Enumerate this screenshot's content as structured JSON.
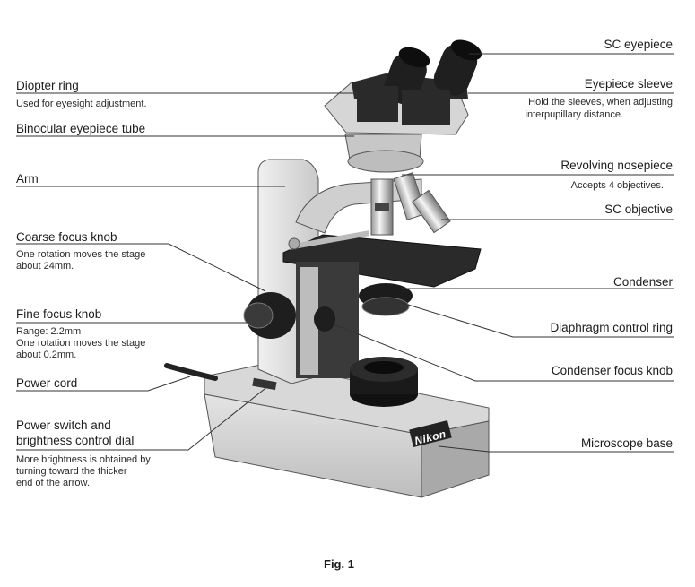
{
  "figure_caption": "Fig. 1",
  "brand_logo": "Nikon",
  "labels": {
    "sc_eyepiece": {
      "title": "SC eyepiece"
    },
    "diopter_ring": {
      "title": "Diopter ring",
      "desc": [
        "Used for eyesight adjustment."
      ]
    },
    "eyepiece_sleeve": {
      "title": "Eyepiece sleeve",
      "desc": [
        "Hold the sleeves, when adjusting",
        "interpupillary distance."
      ]
    },
    "binocular_tube": {
      "title": "Binocular eyepiece tube"
    },
    "revolving_nosepiece": {
      "title": "Revolving nosepiece",
      "desc": [
        "Accepts 4 objectives."
      ]
    },
    "arm": {
      "title": "Arm"
    },
    "sc_objective": {
      "title": "SC objective"
    },
    "coarse_focus": {
      "title": "Coarse focus knob",
      "desc": [
        "One rotation moves the stage",
        "about 24mm."
      ]
    },
    "condenser": {
      "title": "Condenser"
    },
    "fine_focus": {
      "title": "Fine focus knob",
      "desc": [
        "Range: 2.2mm",
        "One rotation moves the stage",
        "about 0.2mm."
      ]
    },
    "diaphragm_ring": {
      "title": "Diaphragm control ring"
    },
    "condenser_focus": {
      "title": "Condenser focus knob"
    },
    "power_cord": {
      "title": "Power cord"
    },
    "power_switch": {
      "title": [
        "Power switch and",
        "brightness control dial"
      ],
      "desc": [
        "More brightness is obtained by",
        "turning toward the thicker",
        "end of the arrow."
      ]
    },
    "microscope_base": {
      "title": "Microscope base"
    }
  }
}
